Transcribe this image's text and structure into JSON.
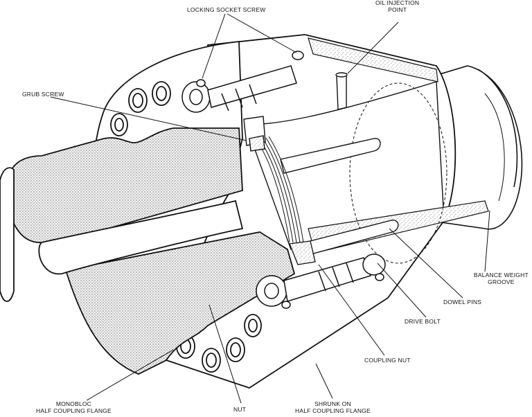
{
  "labels": {
    "locking_socket_screw": "LOCKING SOCKET SCREW",
    "oil_injection_point": [
      "OIL INJECTION",
      "POINT"
    ],
    "grub_screw": "GRUB SCREW",
    "balance_weight_groove": [
      "BALANCE WEIGHT",
      "GROOVE"
    ],
    "dowel_pins": "DOWEL PINS",
    "drive_bolt": "DRIVE BOLT",
    "coupling_nut": "COUPLING NUT",
    "monobloc_half_coupling_flange": [
      "MONOBLOC",
      "HALF COUPLING FLANGE"
    ],
    "nut": "NUT",
    "shrunk_on_half_coupling_flange": [
      "SHRUNK ON",
      "HALF COUPLING FLANGE"
    ]
  }
}
